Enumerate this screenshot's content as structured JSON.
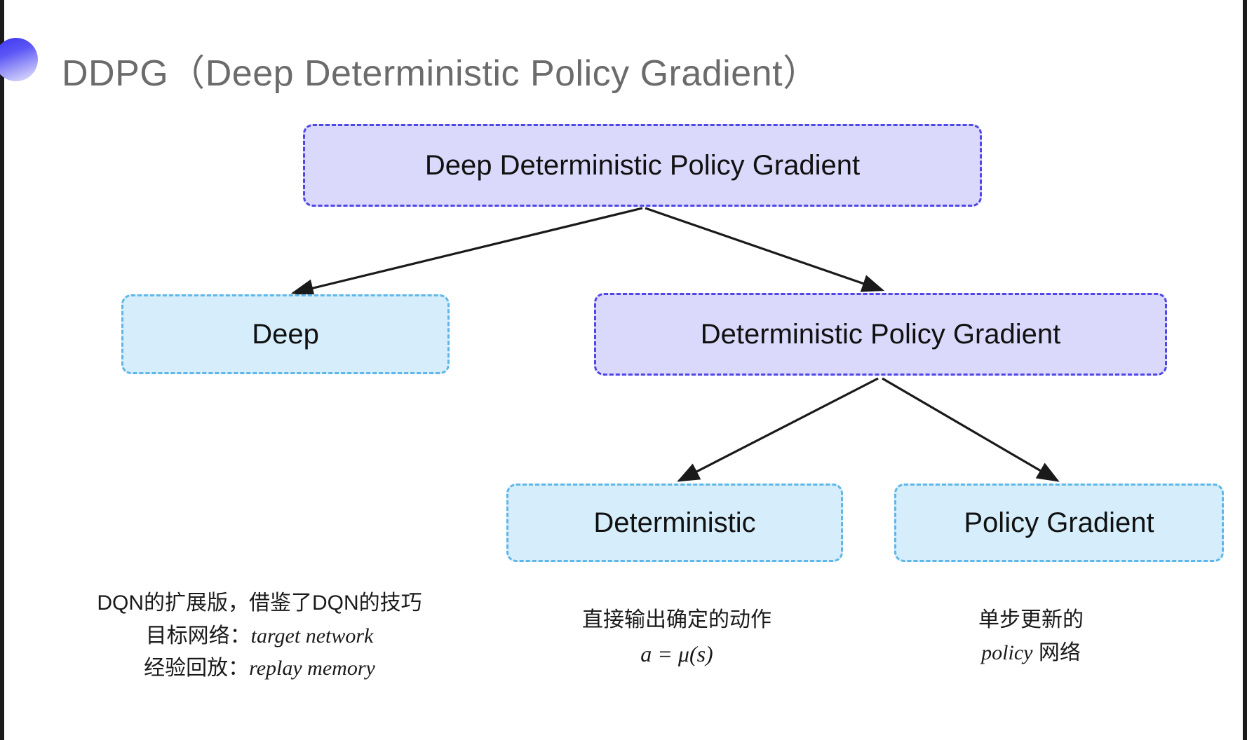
{
  "slide": {
    "title": "DDPG（Deep Deterministic Policy Gradient）",
    "background_color": "#ffffff"
  },
  "colors": {
    "purple_fill": "#dbd9fb",
    "purple_border": "#4f46e5",
    "blue_fill": "#d6eefb",
    "blue_border": "#5fb6e8",
    "title_text": "#6b6b6b",
    "body_text": "#1a1a1a",
    "arrow": "#1a1a1a",
    "bullet_gradient_start": "#3b35f0",
    "bullet_gradient_end": "#e9e8fd"
  },
  "diagram": {
    "nodes": {
      "root": {
        "label": "Deep Deterministic Policy Gradient",
        "style": "purple"
      },
      "deep": {
        "label": "Deep",
        "style": "blue"
      },
      "dpg": {
        "label": "Deterministic Policy Gradient",
        "style": "purple"
      },
      "deterministic": {
        "label": "Deterministic",
        "style": "blue"
      },
      "policy_gradient": {
        "label": "Policy Gradient",
        "style": "blue"
      }
    },
    "edges": [
      {
        "from": "root",
        "to": "deep"
      },
      {
        "from": "root",
        "to": "dpg"
      },
      {
        "from": "dpg",
        "to": "deterministic"
      },
      {
        "from": "dpg",
        "to": "policy_gradient"
      }
    ]
  },
  "captions": {
    "deep": {
      "line1": "DQN的扩展版，借鉴了DQN的技巧",
      "line2_label": "目标网络：",
      "line2_term": "target network",
      "line3_label": "经验回放：",
      "line3_term": "replay memory"
    },
    "deterministic": {
      "line1": "直接输出确定的动作",
      "formula": "a = μ(s)"
    },
    "policy_gradient": {
      "line1": "单步更新的",
      "line2_term": "policy",
      "line2_suffix": " 网络"
    }
  }
}
